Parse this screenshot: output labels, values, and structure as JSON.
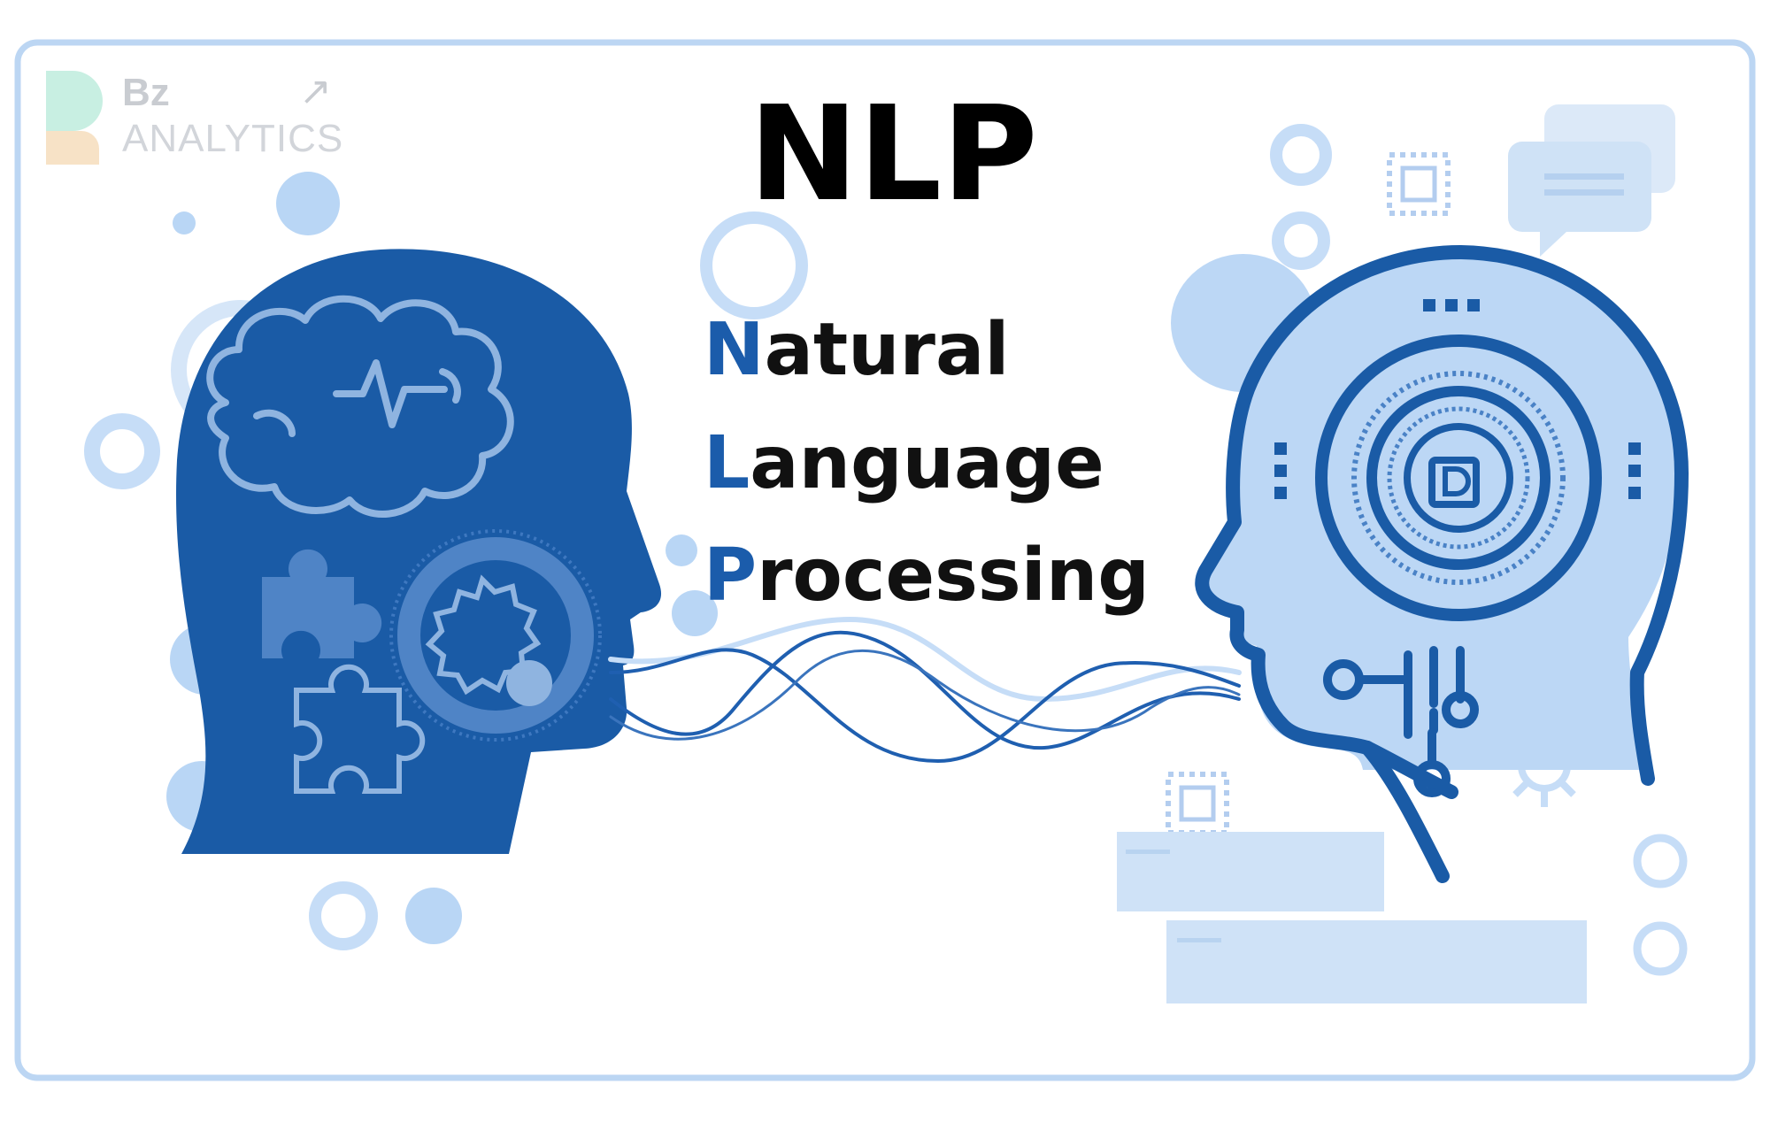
{
  "brand": {
    "name_top": "Bz",
    "name_bottom": "ANALYTICS",
    "arrow": "↗"
  },
  "title": "NLP",
  "expansion": [
    {
      "initial": "N",
      "rest": "atural"
    },
    {
      "initial": "L",
      "rest": "anguage"
    },
    {
      "initial": "P",
      "rest": "rocessing"
    }
  ],
  "colors": {
    "accent": "#1b5cab",
    "head_fill": "#1a5ba6",
    "light_blue": "#c6ddf7",
    "frame": "#bcd6f3",
    "title": "#000000"
  },
  "icons": [
    "human-head-icon",
    "brain-icon",
    "puzzle-icon",
    "gear-icon",
    "robot-head-icon",
    "chip-icon",
    "chat-bubble-icon",
    "sound-wave-icon"
  ]
}
